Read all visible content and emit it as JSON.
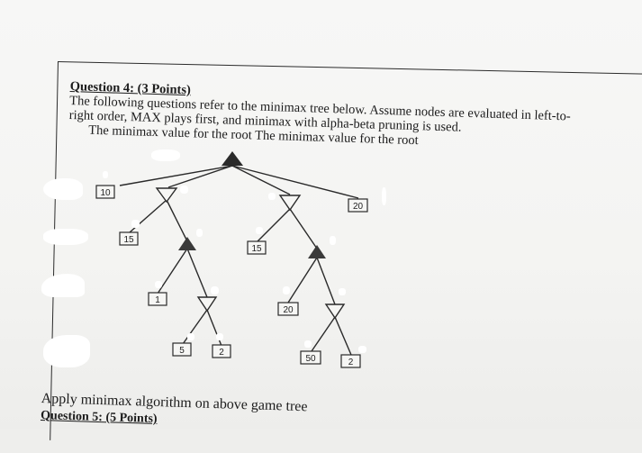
{
  "question4": {
    "heading": "Question 4: (3 Points)",
    "line1": "The following questions refer to the minimax tree below. Assume nodes are evaluated in left-to-",
    "line2": "right order, MAX plays first, and minimax with alpha-beta pruning is used.",
    "line3": "The minimax value for the root The minimax value for the root"
  },
  "tree": {
    "leaf_values": {
      "left_box": "10",
      "right_box": "20",
      "l2_left": "15",
      "l2_right": "15",
      "l3_a": "1",
      "l3_b": "20",
      "l4_a": "5",
      "l4_b": "2",
      "l4_c": "50",
      "l4_d": "2"
    }
  },
  "instruction": "Apply minimax algorithm on above game tree",
  "question5": {
    "heading": "Question 5: (5 Points)"
  }
}
